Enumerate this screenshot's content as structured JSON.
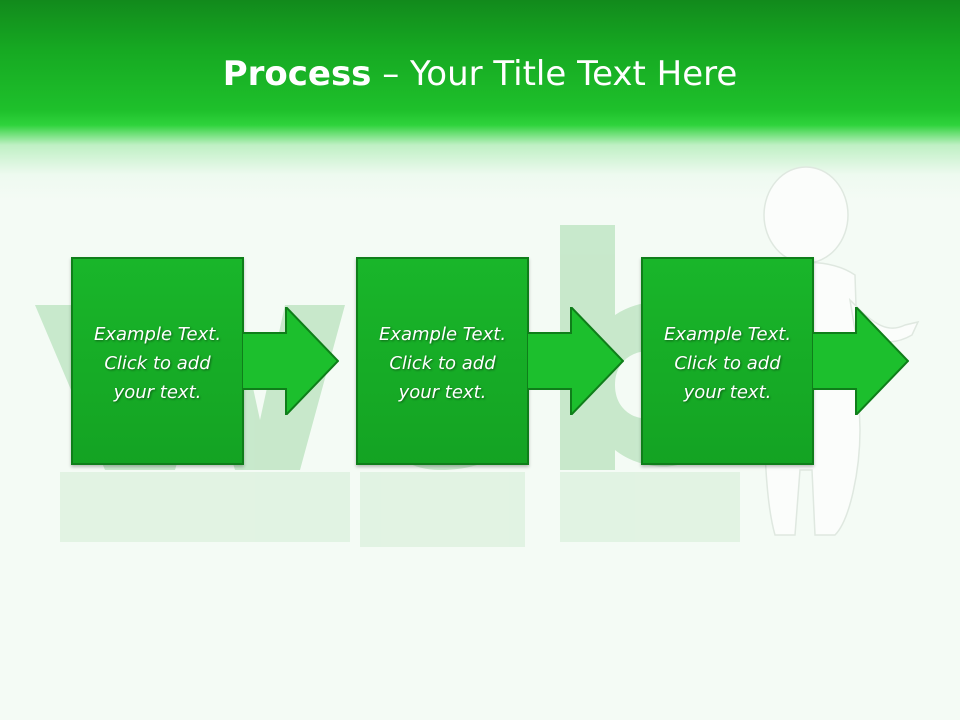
{
  "slide": {
    "title_bold": "Process",
    "title_rest": " – Your Title Text Here",
    "steps": [
      {
        "text": "Example Text.\nClick  to add\nyour text."
      },
      {
        "text": "Example Text.\nClick  to add\nyour text."
      },
      {
        "text": "Example Text.\nClick  to add\nyour text."
      }
    ]
  },
  "colors": {
    "header_green": "#16a922",
    "box_green": "#19b62a",
    "arrow_green": "#1cbf2d",
    "text": "#ffffff"
  }
}
